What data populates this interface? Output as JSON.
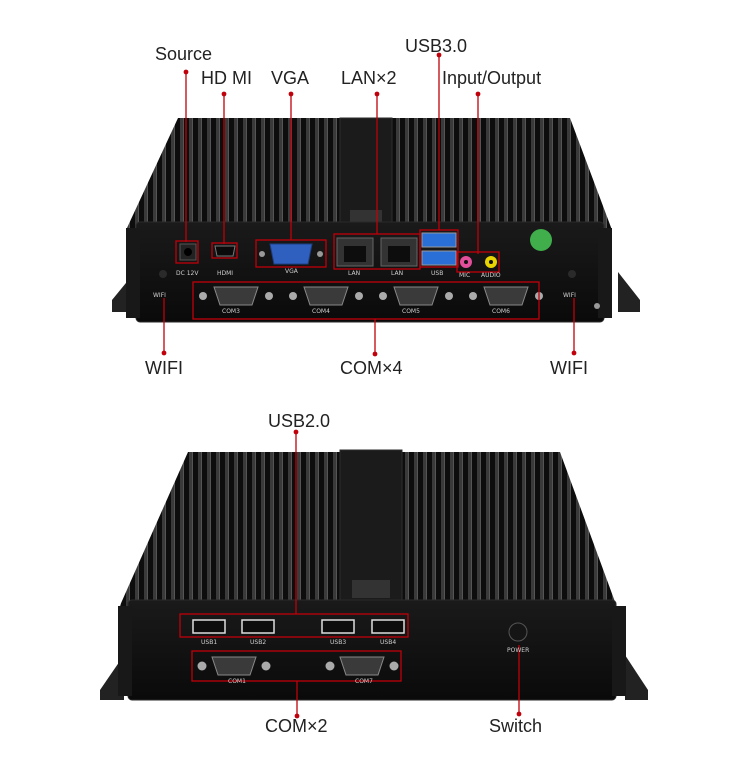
{
  "top_labels": {
    "source": "Source",
    "hdmi": "HD MI",
    "vga": "VGA",
    "usb30": "USB3.0",
    "lan": "LAN×2",
    "io": "Input/Output",
    "wifi_left": "WIFI",
    "com4": "COM×4",
    "wifi_right": "WIFI"
  },
  "bottom_labels": {
    "usb20": "USB2.0",
    "com2": "COM×2",
    "switch": "Switch"
  },
  "port_text_top": {
    "dc": "DC 12V",
    "hdmi": "HDMI",
    "vga": "VGA",
    "lan1": "LAN",
    "lan2": "LAN",
    "usb": "USB",
    "mic": "MIC",
    "audio": "AUDIO",
    "wifi_l": "WIFI",
    "wifi_r": "WIFI",
    "com3": "COM3",
    "com4": "COM4",
    "com5": "COM5",
    "com6": "COM6"
  },
  "port_text_bottom": {
    "usb1": "USB1",
    "usb2": "USB2",
    "usb3": "USB3",
    "usb4": "USB4",
    "com1": "COM1",
    "com7": "COM7",
    "power": "POWER"
  },
  "colors": {
    "callout": "#c0000a",
    "chassis": "#141414",
    "vga_port": "#2f5fbf",
    "usb3_port": "#2a6fd6",
    "mic_port": "#e24e9a",
    "audio_port": "#e8d400",
    "sticker": "#3fae4b"
  }
}
